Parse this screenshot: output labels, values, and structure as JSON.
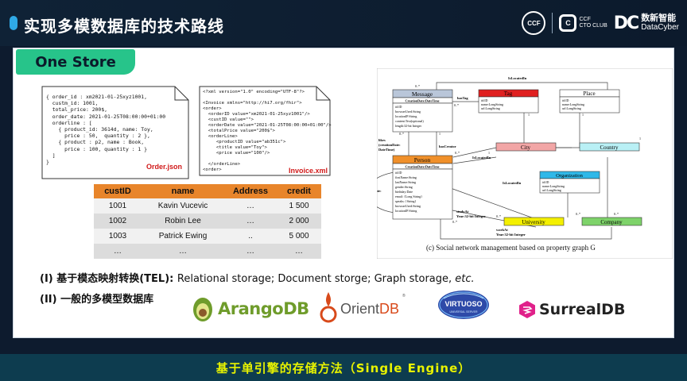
{
  "header": {
    "title": "实现多模数据库的技术路线",
    "logos": {
      "ccf_seal": "CCF",
      "cto_mark": "C",
      "cto_label": "CCF",
      "cto_sublabel": "CTO CLUB",
      "datacyber_mark": "DC",
      "datacyber_cn": "数新智能",
      "datacyber_en": "DataCyber"
    }
  },
  "section": {
    "tab_label": "One Store"
  },
  "order_json": {
    "caption": "Order.json",
    "text": "{ order_id : xm2021-01-25xyz1001,\n  custm_id: 1001,\n  total_price: 200$,\n  order_date: 2021-01-25T08:00:00+01:00\n  orderline : [\n    { product_id: 3614d, name: Toy,\n      price : 50,  quantity : 2 },\n    { product : p2, name : Book,\n      price : 100, quantity : 1 }\n  ]\n}"
  },
  "invoice_xml": {
    "caption": "Invoice.xml",
    "text": "<?xml version=\"1.0\" encoding=\"UTF-8\"?>\n\n<Invoice xmlns=\"http://hi7.org/fhir\">\n<order>\n  <orderID value=\"xm2021-01-25xyz1001\"/>\n  <custID value=\"\">\n  <orderDate value=\"2021-01-25T08:00:00+01:00\"/>\n  <totalPrice value=\"200$\">\n  <orderLine>\n     <productID value=\"ab351c\">\n     <title value=\"Toy\">\n     <price value=\"100\"/>\n\n  </orderLine>\n<order>"
  },
  "relational_table": {
    "columns": [
      "custID",
      "name",
      "Address",
      "credit"
    ],
    "rows": [
      [
        "1001",
        "Kavin Vucevic",
        "…",
        "1 500"
      ],
      [
        "1002",
        "Robin Lee",
        "…",
        "2 000"
      ],
      [
        "1003",
        "Patrick Ewing",
        "..",
        "5 000"
      ],
      [
        "…",
        "…",
        "…",
        "…"
      ]
    ]
  },
  "graph": {
    "caption": "(c) Social network management based on property graph G",
    "nodes": {
      "message": "Message",
      "tag": "Tag",
      "place": "Place",
      "city": "City",
      "country": "Country",
      "person": "Person",
      "organization": "Organization",
      "university": "University",
      "company": "Company"
    },
    "node_props": {
      "message_header": "CreationDate:DateTime",
      "message_fields": [
        "id:ID",
        "browserUsed:String",
        "locationIP:String",
        "content:Text(optional)",
        "length:32-bit Integer"
      ],
      "tag_fields": [
        "id:ID",
        "name:LongString",
        "url:LongString"
      ],
      "place_fields": [
        "id:ID",
        "name:LongString",
        "url:LongString"
      ],
      "person_header": "CreationDate:DateTime",
      "person_fields": [
        "id:ID",
        "firstName:String",
        "lastName:String",
        "gender:String",
        "birthday:Date",
        "email: {Long String}",
        "speaks: {String}",
        "browserUsed:String",
        "locationIP:String"
      ],
      "org_fields": [
        "id:ID",
        "name:LongString",
        "url:LongString"
      ]
    },
    "edges": {
      "is_located_in_top": "IsLocatedIn",
      "has_tag": "hasTag",
      "likes": "likes\n(creationDate:\nDateTime)",
      "has_creator": "hasCreator",
      "is_located_in_person": "IsLocatedIn",
      "is_located_in_org": "IsLocatedIn",
      "knows": "Knows\n(creationDate:\nDateTime)",
      "study_at": "studyAt\nYear:32-bit Integer",
      "work_at": "workAt\nYear:32-bit Integer",
      "is_part_of": "1"
    }
  },
  "notes": {
    "line1_prefix": "(I)  基于模态映射转换(TEL): ",
    "line1_body": "Relational storage; Document storge; Graph storage, ",
    "line1_italic": "etc.",
    "line2": "(II) 一般的多模型数据库"
  },
  "databases": {
    "arango": "ArangoDB",
    "orient_a": "Orient",
    "orient_b": "DB",
    "orient_tm": "®",
    "virtuoso": "VIRTUOSO",
    "virtuoso_sub": "UNIVERSAL SERVER",
    "surreal": "SurrealDB"
  },
  "footer": {
    "text": "基于单引擎的存储方法（Single Engine）"
  },
  "colors": {
    "accent_green": "#27c48a",
    "footer_text": "#e8f300",
    "table_header": "#e8852b",
    "tag_red": "#e02020",
    "city_pink": "#f2a6a6",
    "country_cyan": "#b9f0f5",
    "person_orange": "#f0902a",
    "org_cyan": "#2fb8e8",
    "university_yellow": "#f4f000",
    "company_green": "#7ed36a"
  }
}
